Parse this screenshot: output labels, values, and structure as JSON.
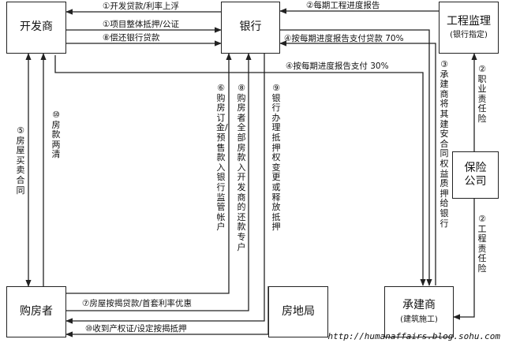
{
  "nodes": {
    "developer": "开发商",
    "bank": "银行",
    "supervisor": "工程监理",
    "supervisor_sub": "(银行指定)",
    "insurer_line1": "保险",
    "insurer_line2": "公司",
    "buyer": "购房者",
    "land_bureau": "房地局",
    "contractor": "承建商",
    "contractor_sub": "(建筑施工)"
  },
  "edges": {
    "e1a": "①开发贷款/利率上浮",
    "e1b": "①项目整体抵押/公证",
    "e8a": "⑧偿还银行贷款",
    "e2a": "②每期工程进度报告",
    "e4a": "④按每期进度报告支付贷款 70%",
    "e4b": "④按每期进度报告支付 30%",
    "e5": "⑤房屋买卖合同",
    "e10a": "⑩房款两清",
    "e6": "⑥购房订金/预售款入银行监管帐户",
    "e8b": "⑧购房者全部房款入开发商的还款专户",
    "e9": "⑨银行办理抵押权变更或释放抵押",
    "e3": "③承建商将其建安合同权益质押给银行",
    "e2b": "②职业责任险",
    "e2c": "②工程责任险",
    "e7": "⑦房屋按揭贷款/首套利率优惠",
    "e10b": "⑩收到产权证/设定按揭抵押"
  },
  "watermark": "http://humanaffairs.blog.sohu.com"
}
